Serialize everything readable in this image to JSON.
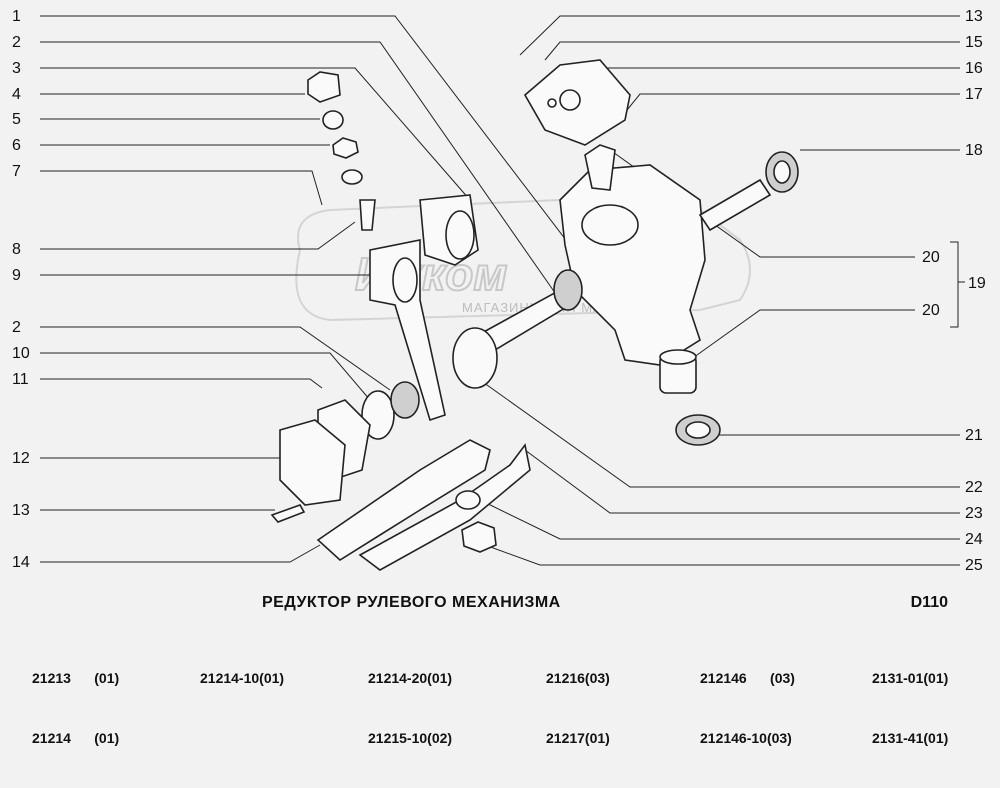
{
  "callouts_left": [
    "1",
    "2",
    "3",
    "4",
    "5",
    "6",
    "7",
    "8",
    "9",
    "2",
    "10",
    "11",
    "12",
    "13",
    "14"
  ],
  "callouts_right": [
    "13",
    "15",
    "16",
    "17",
    "18",
    "20",
    "19",
    "20",
    "21",
    "22",
    "23",
    "24",
    "25"
  ],
  "watermark": {
    "brand": "Ижком",
    "subtitle": "МАГАЗИНЫ ДЛЯ МАШИНЫ"
  },
  "title": "РЕДУКТОР РУЛЕВОГО МЕХАНИЗМА",
  "code": "D110",
  "models": [
    {
      "line1": "21213      (01)",
      "line2": "21214      (01)"
    },
    {
      "line1": "21214-10(01)",
      "line2": ""
    },
    {
      "line1": "21214-20(01)",
      "line2": "21215-10(02)"
    },
    {
      "line1": "21216(03)",
      "line2": "21217(01)"
    },
    {
      "line1": "212146      (03)",
      "line2": "212146-10(03)"
    },
    {
      "line1": "2131-01(01)",
      "line2": "2131-41(01)"
    }
  ]
}
